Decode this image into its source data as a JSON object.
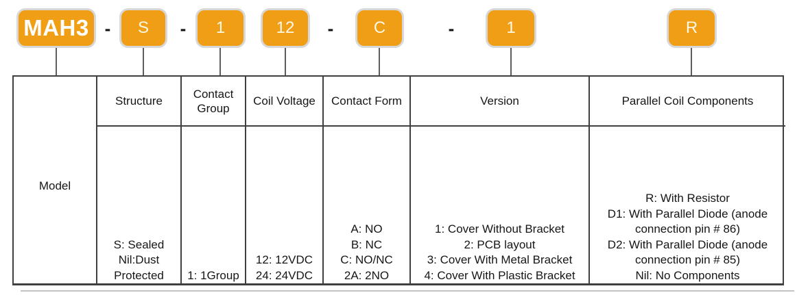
{
  "part_code": {
    "separator": "-",
    "badges": [
      {
        "code": "MAH3"
      },
      {
        "code": "S"
      },
      {
        "code": "1"
      },
      {
        "code": "12"
      },
      {
        "code": "C"
      },
      {
        "code": "1"
      },
      {
        "code": "R"
      }
    ]
  },
  "table": {
    "model_label": "Model",
    "columns": [
      {
        "header": "Structure",
        "lines": [
          "S: Sealed",
          "Nil:Dust",
          "Protected"
        ]
      },
      {
        "header": "Contact Group",
        "lines": [
          "1: 1Group"
        ]
      },
      {
        "header": "Coil Voltage",
        "lines": [
          "12: 12VDC",
          "24: 24VDC"
        ]
      },
      {
        "header": "Contact Form",
        "lines": [
          "A: NO",
          "B: NC",
          "C: NO/NC",
          "2A: 2NO"
        ]
      },
      {
        "header": "Version",
        "lines": [
          "1: Cover Without Bracket",
          "2: PCB layout",
          "3: Cover With Metal Bracket",
          "4: Cover With Plastic Bracket"
        ]
      },
      {
        "header": "Parallel Coil Components",
        "lines": [
          "R: With Resistor",
          "D1: With Parallel Diode (anode",
          "connection pin # 86)",
          "D2: With Parallel Diode (anode",
          "connection pin # 85)",
          "Nil: No Components"
        ]
      }
    ]
  },
  "colors": {
    "badge_orange": "#F09E15",
    "badge_border": "#D8D8D8",
    "badge_text": "#FDF8E6",
    "table_border": "#3F3F3F",
    "connector_line": "#5E5E5E"
  }
}
